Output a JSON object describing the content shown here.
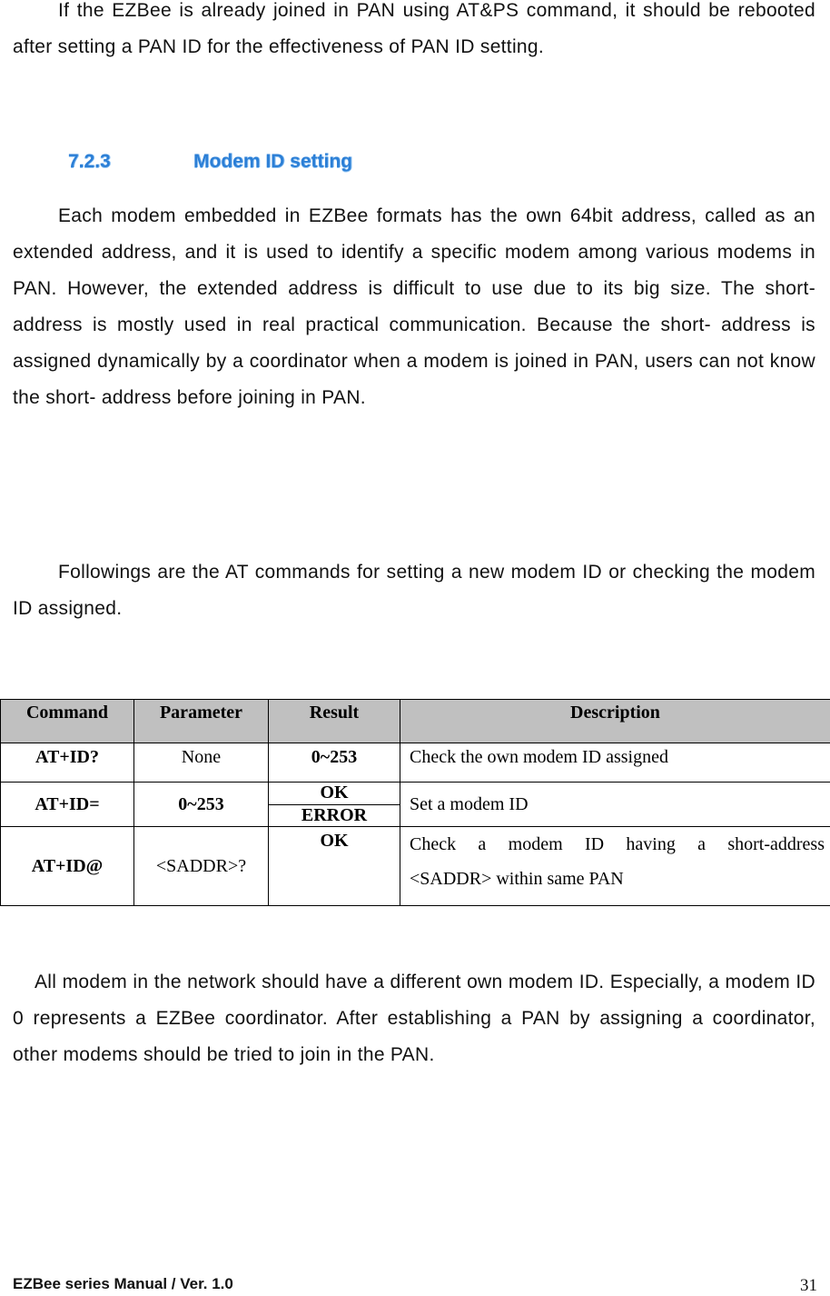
{
  "paragraphs": {
    "intro": "If the EZBee is already joined in PAN using AT&PS command, it should be rebooted after setting a PAN ID for the effectiveness of PAN ID setting.",
    "modem_address": "Each modem embedded in EZBee formats has the own 64bit address, called as an extended address, and it is used to identify a specific modem among various modems in PAN.  However, the extended address is difficult to use due to its big size.  The short- address is mostly used in real practical communication. Because the short- address is assigned dynamically by a coordinator when a modem is joined in PAN, users can not know the short- address before joining in PAN.",
    "followings": "Followings are the AT commands for setting a new modem ID or checking the modem ID assigned.",
    "closing": "All modem in the network should have a different own modem ID. Especially, a modem ID 0 represents a EZBee coordinator.  After establishing a PAN by assigning a coordinator, other modems should be tried to join in the PAN."
  },
  "section": {
    "number": "7.2.3",
    "title": "Modem ID setting"
  },
  "table": {
    "headers": [
      "Command",
      "Parameter",
      "Result",
      "Description"
    ],
    "rows": [
      {
        "command": "AT+ID?",
        "parameter": "None",
        "result": "0~253",
        "description": "Check the own modem ID assigned"
      },
      {
        "command": "AT+ID=",
        "parameter": "0~253",
        "result_ok": "OK",
        "result_error": "ERROR",
        "description": "Set a modem ID"
      },
      {
        "command": "AT+ID@",
        "parameter": "<SADDR>?",
        "result": "OK",
        "description_line1": "Check a modem ID having a short-address",
        "description_line2": "<SADDR> within same PAN"
      }
    ]
  },
  "footer": {
    "manual": "EZBee series Manual / Ver. 1.0",
    "page_number": "31"
  },
  "colors": {
    "heading": "#2c7fd6",
    "table_header_bg": "#c0c0c0"
  }
}
